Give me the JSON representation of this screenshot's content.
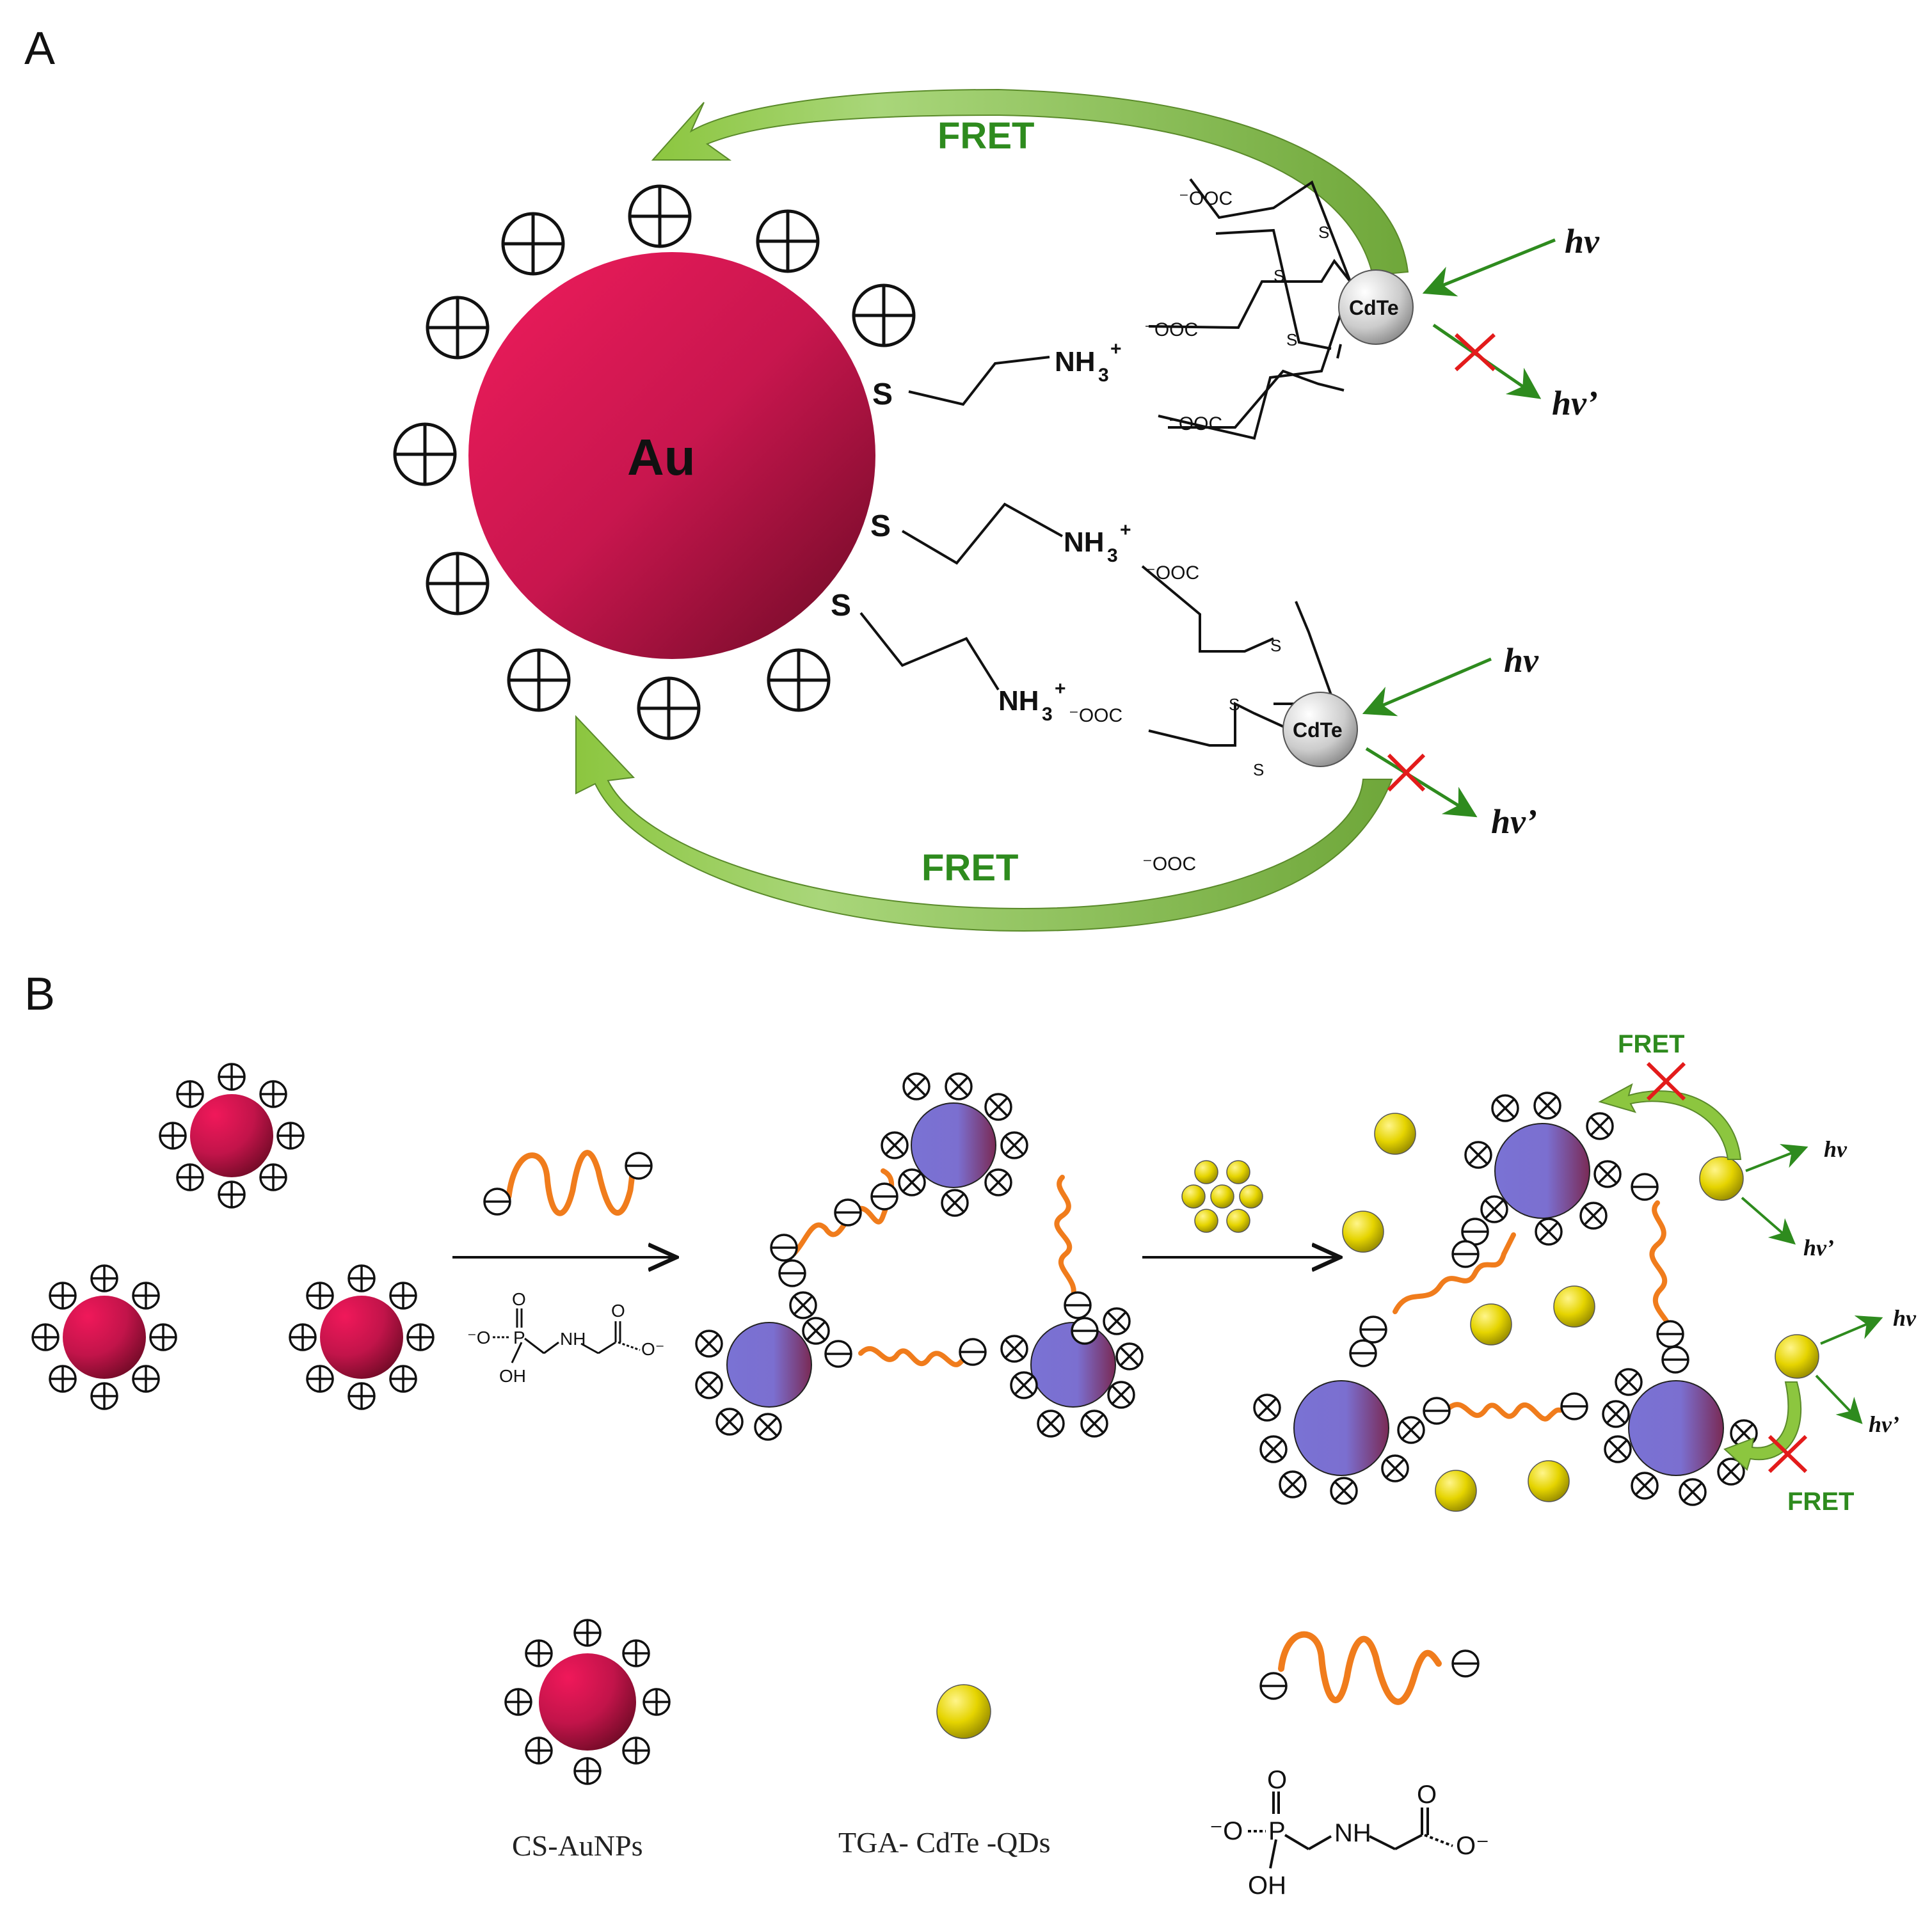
{
  "panels": {
    "a": {
      "label": "A"
    },
    "b": {
      "label": "B"
    }
  },
  "panel_a": {
    "au_label": "Au",
    "fret_top": "FRET",
    "fret_bottom": "FRET",
    "qd_label": "CdTe",
    "sulfur": "S",
    "sulfur_small": "S",
    "ammonium": "NH",
    "ammonium_sub": "3",
    "ammonium_sup": "+",
    "carboxylate": "⁻OOC",
    "hv": "hv",
    "hv_prime": "hv’"
  },
  "panel_b": {
    "fret_label": "FRET",
    "hv": "hv",
    "hv_prime": "hv’",
    "glyphosate": {
      "o_top": "O",
      "p": "P",
      "nh": "NH",
      "oh": "OH",
      "o_minus_left": "⁻O",
      "o_minus_right": "O⁻"
    }
  },
  "legend": {
    "aunp": "CS-AuNPs",
    "qd": "TGA- CdTe -QDs",
    "glyphosate_label": ""
  },
  "colors": {
    "gold_np": "#c2144a",
    "aggregated_np": "#7b6fd0",
    "quantum_dot": "#e5d400",
    "fret_green": "#2e8b1e",
    "arrow_green": "#8cc63f",
    "linker_orange": "#f07c1c",
    "cross_red": "#e31b1b"
  }
}
